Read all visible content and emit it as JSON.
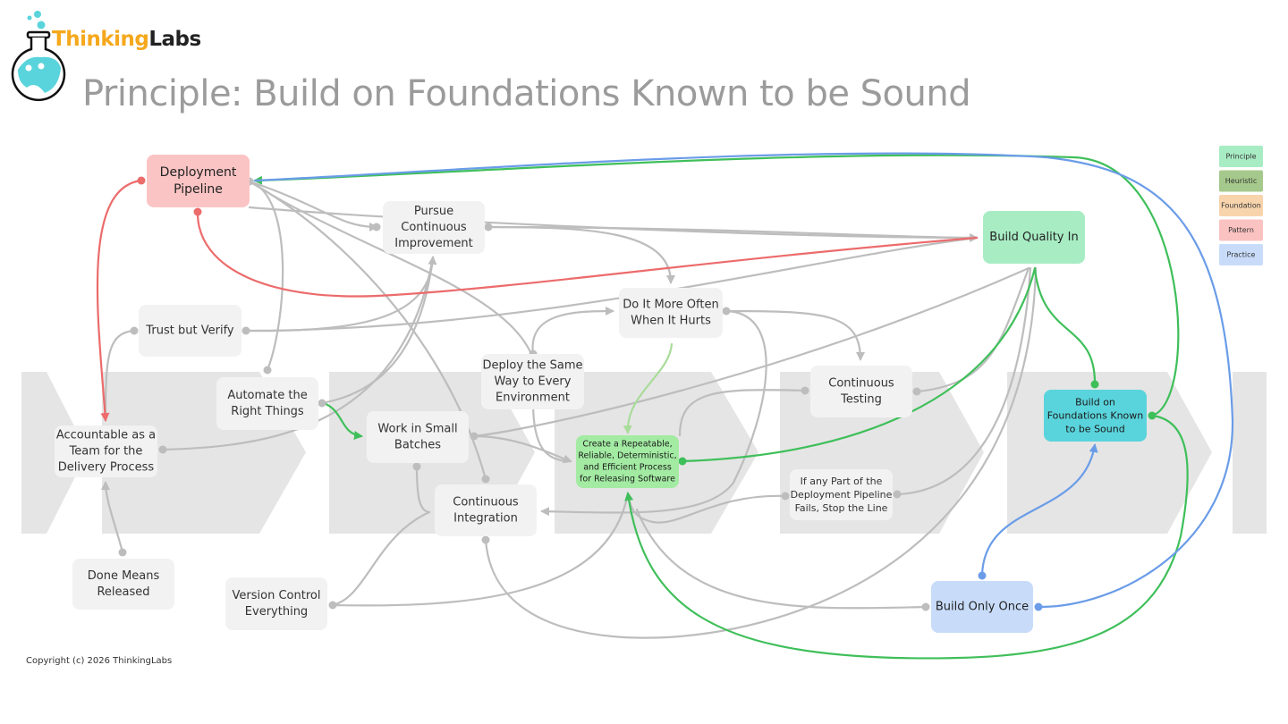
{
  "brand": {
    "part1": "Thinking",
    "part2": "Labs"
  },
  "title": "Principle: Build on Foundations Known to be Sound",
  "copyright": "Copyright (c) 2026 ThinkingLabs",
  "legend": [
    {
      "id": "principle",
      "label": "Principle",
      "color": "#a8ecc4"
    },
    {
      "id": "heuristic",
      "label": "Heuristic",
      "color": "#a5c98c"
    },
    {
      "id": "foundation",
      "label": "Foundation",
      "color": "#f8d4ad"
    },
    {
      "id": "pattern",
      "label": "Pattern",
      "color": "#fbc2c2"
    },
    {
      "id": "practice",
      "label": "Practice",
      "color": "#c8dcfa"
    }
  ],
  "colors": {
    "edge_gray": "#bdbdbd",
    "edge_green": "#3fbf5a",
    "edge_red": "#ec6b6b",
    "edge_blue": "#6a9ce8",
    "chevron": "#e5e5e5",
    "node_gray": "#f2f2f2",
    "node_pattern": "#fbc4c4",
    "node_principle": "#a8ecc4",
    "node_focus": "#5ad4dc",
    "node_practice": "#c8dcfa",
    "node_process": "#a3eba3"
  },
  "nodes": [
    {
      "id": "deployment-pipeline",
      "lines": [
        "Deployment",
        "Pipeline"
      ],
      "style": "pattern"
    },
    {
      "id": "pursue-continuous-improvement",
      "lines": [
        "Pursue",
        "Continuous",
        "Improvement"
      ],
      "style": "gray"
    },
    {
      "id": "build-quality-in",
      "lines": [
        "Build Quality In"
      ],
      "style": "principle"
    },
    {
      "id": "do-it-more-often",
      "lines": [
        "Do It More Often",
        "When It Hurts"
      ],
      "style": "gray"
    },
    {
      "id": "trust-but-verify",
      "lines": [
        "Trust but Verify"
      ],
      "style": "gray"
    },
    {
      "id": "deploy-same-way",
      "lines": [
        "Deploy the Same",
        "Way to Every",
        "Environment"
      ],
      "style": "gray"
    },
    {
      "id": "automate-right-things",
      "lines": [
        "Automate the",
        "Right Things"
      ],
      "style": "gray"
    },
    {
      "id": "continuous-testing",
      "lines": [
        "Continuous",
        "Testing"
      ],
      "style": "gray"
    },
    {
      "id": "build-on-foundations",
      "lines": [
        "Build on",
        "Foundations Known",
        "to be Sound"
      ],
      "style": "focus"
    },
    {
      "id": "accountable-as-team",
      "lines": [
        "Accountable as a",
        "Team for the",
        "Delivery Process"
      ],
      "style": "gray"
    },
    {
      "id": "work-in-small-batches",
      "lines": [
        "Work in Small",
        "Batches"
      ],
      "style": "gray"
    },
    {
      "id": "repeatable-process",
      "lines": [
        "Create a Repeatable,",
        "Reliable, Deterministic,",
        "and Efficient Process",
        "for Releasing Software"
      ],
      "style": "process"
    },
    {
      "id": "stop-the-line",
      "lines": [
        "If any Part of the",
        "Deployment Pipeline",
        "Fails, Stop the Line"
      ],
      "style": "gray"
    },
    {
      "id": "continuous-integration",
      "lines": [
        "Continuous",
        "Integration"
      ],
      "style": "gray"
    },
    {
      "id": "done-means-released",
      "lines": [
        "Done Means",
        "Released"
      ],
      "style": "gray"
    },
    {
      "id": "version-control-everything",
      "lines": [
        "Version Control",
        "Everything"
      ],
      "style": "gray"
    },
    {
      "id": "build-only-once",
      "lines": [
        "Build Only Once"
      ],
      "style": "practice"
    }
  ]
}
